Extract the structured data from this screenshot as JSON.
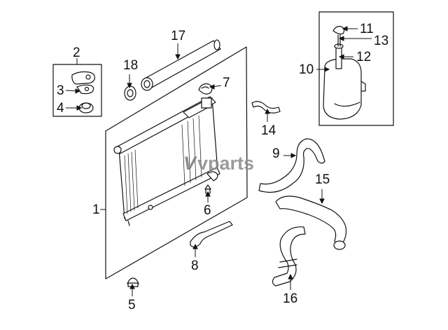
{
  "watermark": {
    "logo": "V",
    "brand": "vparts"
  },
  "callouts": {
    "c1": "1",
    "c2": "2",
    "c3": "3",
    "c4": "4",
    "c5": "5",
    "c6": "6",
    "c7": "7",
    "c8": "8",
    "c9": "9",
    "c10": "10",
    "c11": "11",
    "c12": "12",
    "c13": "13",
    "c14": "14",
    "c15": "15",
    "c16": "16",
    "c17": "17",
    "c18": "18"
  }
}
